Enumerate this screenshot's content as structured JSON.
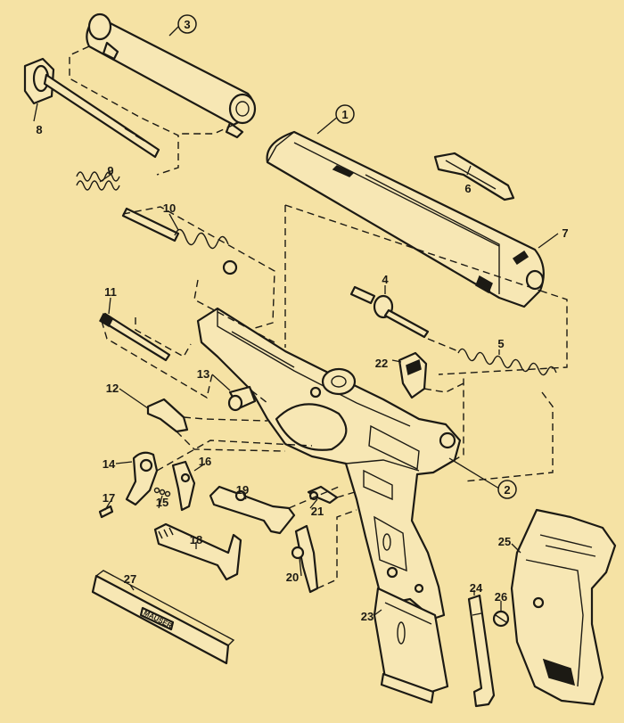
{
  "labels": {
    "p1": "1",
    "p2": "2",
    "p3": "3",
    "p4": "4",
    "p5": "5",
    "p6": "6",
    "p7": "7",
    "p8": "8",
    "p9": "9",
    "p10": "10",
    "p11": "11",
    "p12": "12",
    "p13": "13",
    "p14": "14",
    "p15": "15",
    "p16": "16",
    "p17": "17",
    "p18": "18",
    "p19": "19",
    "p20": "20",
    "p21": "21",
    "p22": "22",
    "p23": "23",
    "p24": "24",
    "p25": "25",
    "p26": "26",
    "p27": "27"
  },
  "panel_logo_text": "MAUSER",
  "colors": {
    "background": "#f5e2a4",
    "line": "#1c1a14",
    "part_fill": "#f7e7b4"
  }
}
